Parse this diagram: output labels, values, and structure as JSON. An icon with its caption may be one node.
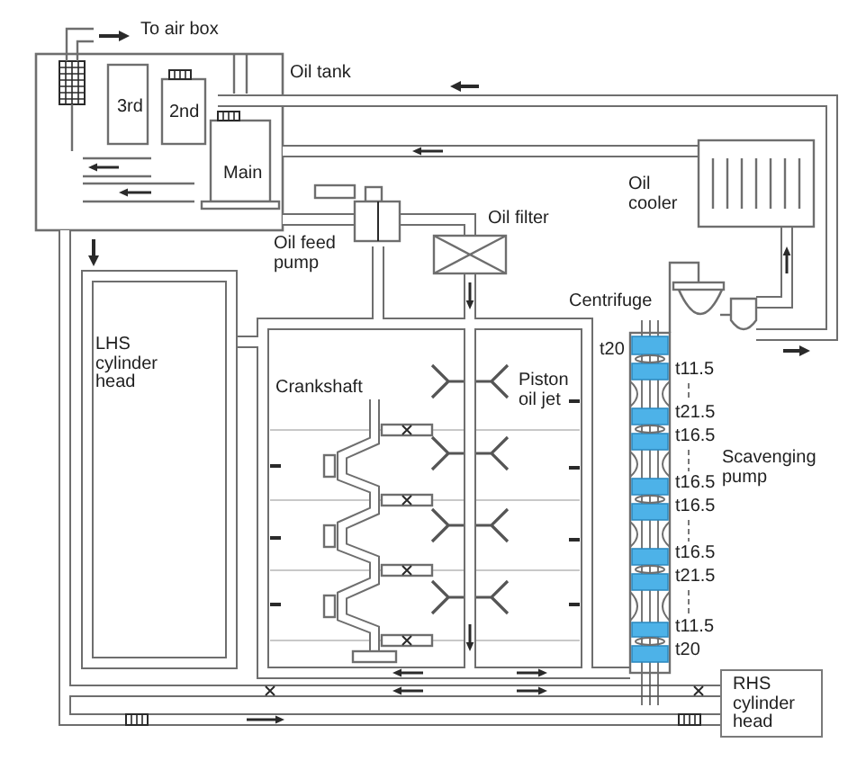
{
  "diagram": {
    "nodes": [
      {
        "text": [
          "LHS cylinder head"
        ]
      },
      {
        "text": [
          "RHS cylinder head"
        ]
      }
    ],
    "labels": [
      "To air box",
      "Oil tank",
      "3rd",
      "2nd",
      "Main",
      "Oil cooler",
      "Oil filter",
      "Oil feed pump",
      "Centrifuge",
      "t20",
      "t11.5",
      "Piston oil jet",
      "Crankshaft",
      "t21.5",
      "t16.5",
      "Scavenging pump",
      "t16.5",
      "t16.5",
      "t16.5",
      "t21.5",
      "t11.5",
      "t20"
    ]
  }
}
